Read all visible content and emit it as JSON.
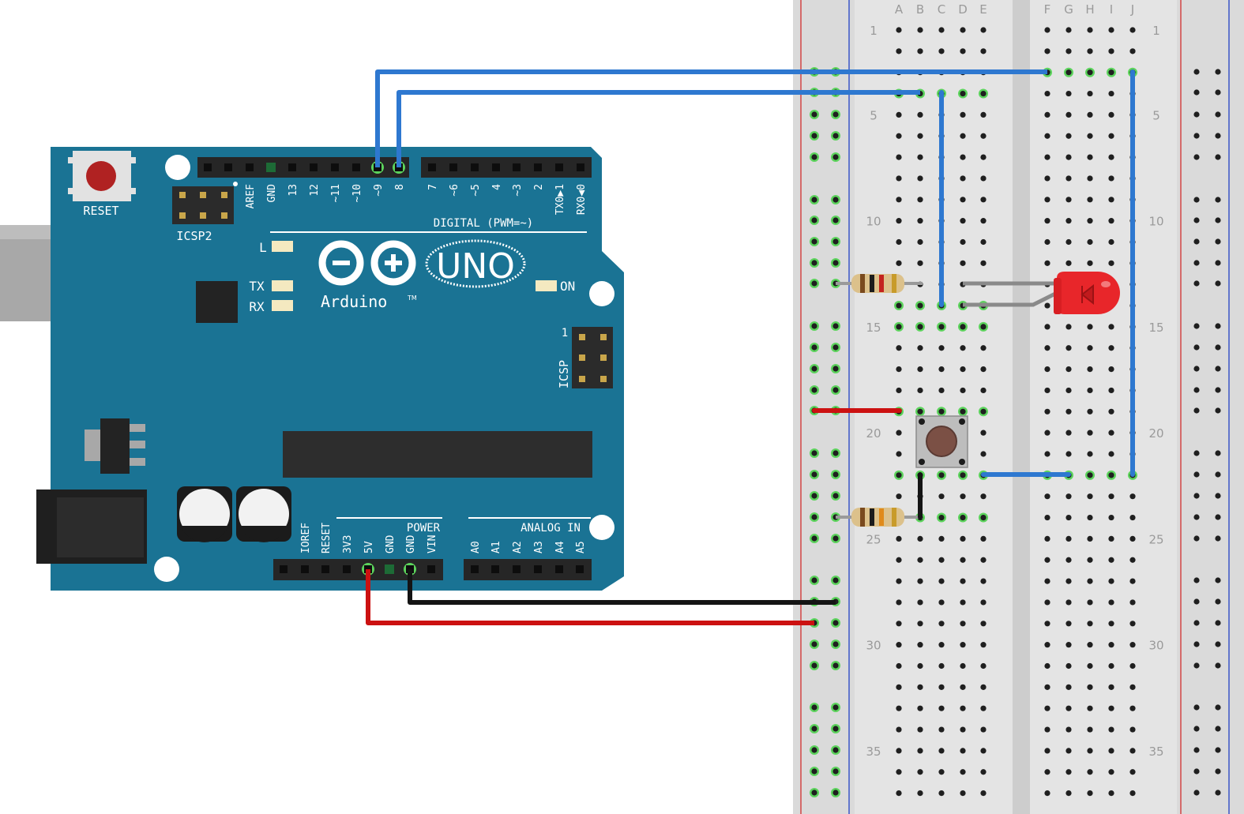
{
  "arduino": {
    "reset_label": "RESET",
    "icsp2_label": "ICSP2",
    "icsp_label": "ICSP",
    "icsp_pin1": "1",
    "digital_title": "DIGITAL (PWM=~)",
    "digital_pins": [
      "AREF",
      "GND",
      "13",
      "12",
      "~11",
      "~10",
      "~9",
      "8",
      "7",
      "~6",
      "~5",
      "4",
      "~3",
      "2",
      "TX0▶1",
      "RX0◀0"
    ],
    "led_l_label": "L",
    "tx_label": "TX",
    "rx_label": "RX",
    "on_label": "ON",
    "brand_uno": "UNO",
    "brand_name": "Arduino",
    "brand_tm": "TM",
    "power_title": "POWER",
    "power_pins": [
      "IOREF",
      "RESET",
      "3V3",
      "5V",
      "GND",
      "GND",
      "VIN"
    ],
    "analog_title": "ANALOG IN",
    "analog_pins": [
      "A0",
      "A1",
      "A2",
      "A3",
      "A4",
      "A5"
    ]
  },
  "breadboard": {
    "column_letters": [
      "A",
      "B",
      "C",
      "D",
      "E",
      "F",
      "G",
      "H",
      "I",
      "J"
    ],
    "row_numbers": [
      "1",
      "5",
      "10",
      "15",
      "20",
      "25",
      "30",
      "35"
    ]
  },
  "colors": {
    "board": "#1a7394",
    "wire_blue": "#2e78d0",
    "wire_red": "#cc1111",
    "wire_black": "#141414",
    "led_red": "#e8262a",
    "hole_active": "#5cd35c"
  }
}
